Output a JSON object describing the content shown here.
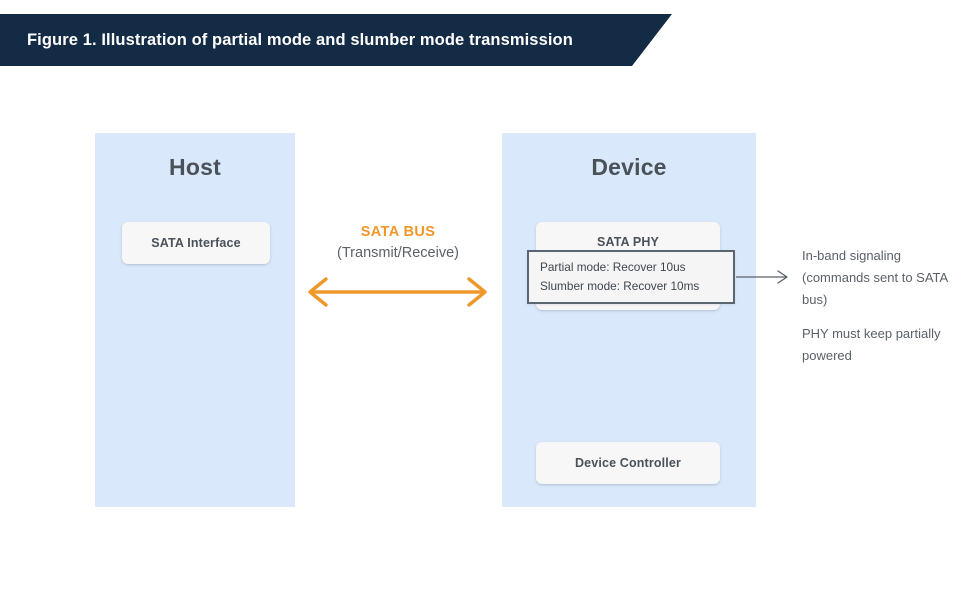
{
  "figure": {
    "banner_title": "Figure 1. Illustration of partial mode and slumber mode transmission",
    "banner_color": "#142b46",
    "banner_text_color": "#ffffff"
  },
  "colors": {
    "panel_fill": "#d9e9fb",
    "card_fill": "#f7f7f8",
    "accent_orange": "#f0972a",
    "text_gray": "#5b6169",
    "border_gray": "#5c6672"
  },
  "host_panel": {
    "title": "Host",
    "cards": [
      {
        "label": "SATA Interface"
      }
    ]
  },
  "device_panel": {
    "title": "Device",
    "cards": [
      {
        "label": "SATA PHY"
      },
      {
        "label": "Device Controller"
      }
    ],
    "mode_box": {
      "lines": [
        "Partial mode: Recover 10us",
        "Slumber mode: Recover 10ms"
      ]
    }
  },
  "bus": {
    "title": "SATA BUS",
    "subtitle": "(Transmit/Receive)",
    "arrow": "double-headed-horizontal-arrow"
  },
  "annotations": [
    {
      "id": "in-band-signaling",
      "lines": [
        "In-band signaling",
        "(commands sent to",
        "SATA bus)"
      ],
      "text": "In-band signaling (commands sent to SATA bus)"
    },
    {
      "id": "phy-powered",
      "lines": [
        "PHY must keep",
        "partially powered"
      ],
      "text": "PHY must keep partially powered"
    }
  ],
  "connector": {
    "name": "callout-arrow",
    "from": "mode-box",
    "to": "in-band-signaling-annotation"
  }
}
